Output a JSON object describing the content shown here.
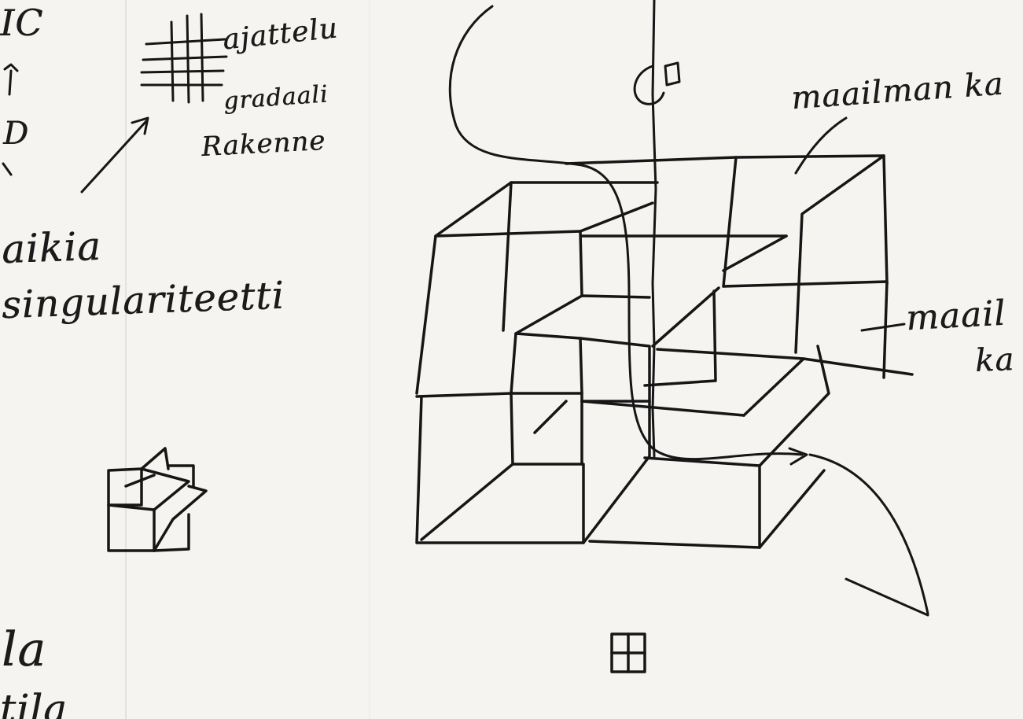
{
  "notes": {
    "top_left_fragment": "IC",
    "left_fragment_d": "D",
    "ajattelu": "ajattelu",
    "gradaali": "gradaali",
    "rakenne": "Rakenne",
    "aikia": "aikia",
    "singulariteetti": "singulariteetti",
    "maailman_top": "maailman ka",
    "maail_right": "maail",
    "ka_right": "ka",
    "la_bottom": "la",
    "tila_bottom": "tila"
  },
  "colors": {
    "paper": "#f5f4f1",
    "ink": "#161616"
  }
}
